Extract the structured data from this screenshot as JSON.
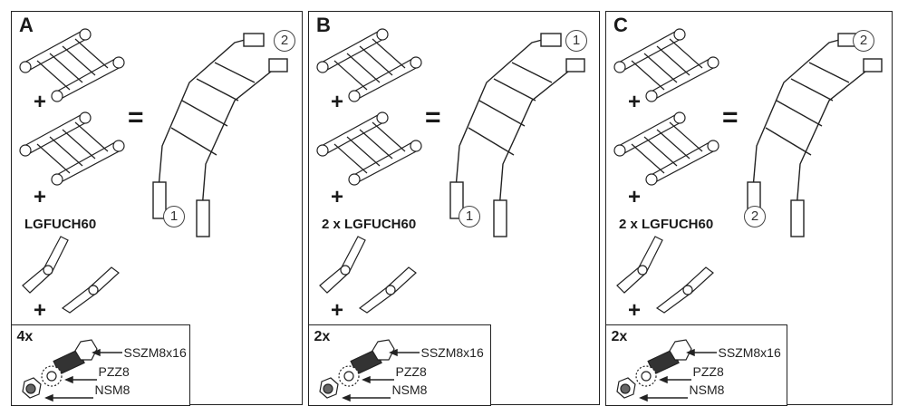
{
  "panels": [
    {
      "letter": "A",
      "code": "LGFUCH60",
      "top_marker": "2",
      "bottom_marker": "1",
      "fasteners": {
        "qty": "4x",
        "bolt": "SSZM8x16",
        "washer": "PZZ8",
        "nut": "NSM8"
      }
    },
    {
      "letter": "B",
      "code": "2 x LGFUCH60",
      "top_marker": "1",
      "bottom_marker": "1",
      "fasteners": {
        "qty": "2x",
        "bolt": "SSZM8x16",
        "washer": "PZZ8",
        "nut": "NSM8"
      }
    },
    {
      "letter": "C",
      "code": "2 x LGFUCH60",
      "top_marker": "2",
      "bottom_marker": "2",
      "fasteners": {
        "qty": "2x",
        "bolt": "SSZM8x16",
        "washer": "PZZ8",
        "nut": "NSM8"
      }
    }
  ],
  "symbols": {
    "plus": "+",
    "equals": "="
  }
}
